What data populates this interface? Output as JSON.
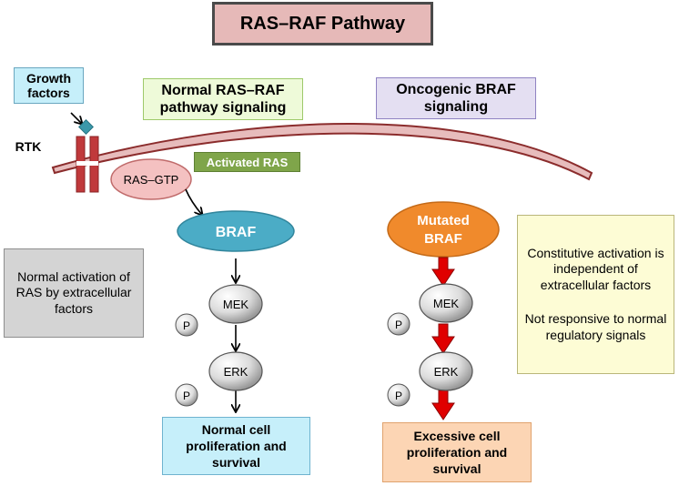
{
  "title": "RAS–RAF Pathway",
  "growth_factors": "Growth factors",
  "normal_signaling_title": "Normal RAS–RAF pathway signaling",
  "oncogenic_signaling_title": "Oncogenic BRAF signaling",
  "rtk_label": "RTK",
  "activated_ras": "Activated RAS",
  "ras_gtp": "RAS–GTP",
  "braf": "BRAF",
  "mutated_braf_line1": "Mutated",
  "mutated_braf_line2": "BRAF",
  "mek": "MEK",
  "erk": "ERK",
  "phospho": "P",
  "left_note": "Normal activation of RAS by extracellular factors",
  "right_note_1": "Constitutive activation is independent of extracellular factors",
  "right_note_2": "Not responsive to normal regulatory signals",
  "normal_outcome": "Normal cell proliferation and survival",
  "oncogenic_outcome": "Excessive cell proliferation and survival",
  "colors": {
    "membrane_fill": "#e7bcbc",
    "membrane_stroke": "#8b2c2c",
    "rtk": "#c0393b",
    "growth_factor_diamond": "#3b98aa",
    "braf": "#4bacc6",
    "mutated_braf": "#f08a2c",
    "ras_gtp": "#f4c1c1",
    "mutant_arrow": "#e00000"
  }
}
